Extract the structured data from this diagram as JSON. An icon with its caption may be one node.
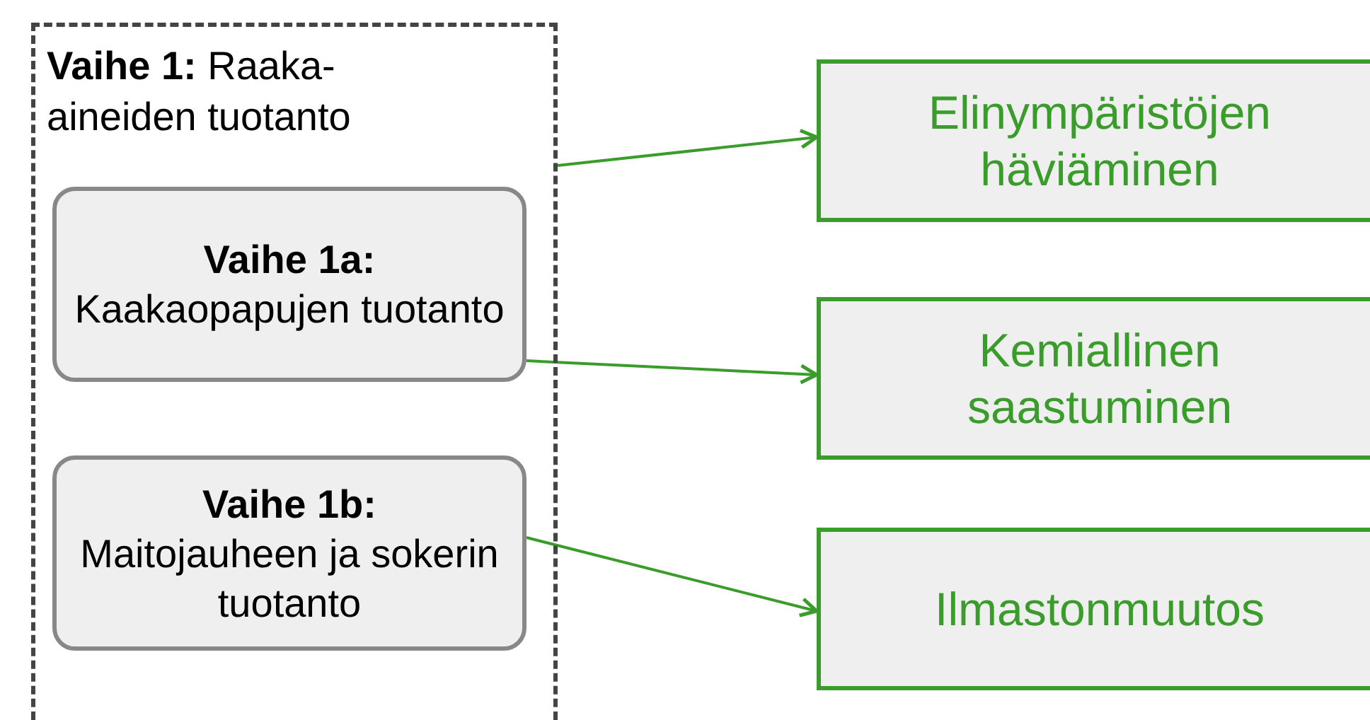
{
  "diagram": {
    "nodes": [
      {
        "text": [
          "**Vaihe 1:** Raaka-aineiden tuotanto"
        ]
      },
      {
        "text": [
          "Vaihe 1a:",
          "Kaakaopapujen tuotanto"
        ],
        "in": 0
      },
      {
        "text": [
          "Vaihe 1b:",
          "Maitojauheen ja sokerin tuotanto"
        ],
        "in": 0
      },
      {
        "text": [
          "Elinympäristöjen häviäminen"
        ]
      },
      {
        "text": [
          "Kemiallinen saastuminen"
        ]
      },
      {
        "text": [
          "Ilmastonmuutos"
        ]
      }
    ],
    "edges": [
      {
        "from": 0,
        "to": 3,
        "arrow": "to"
      },
      {
        "from": 1,
        "to": 4,
        "arrow": "to"
      },
      {
        "from": 2,
        "to": 5,
        "arrow": "to"
      }
    ]
  }
}
